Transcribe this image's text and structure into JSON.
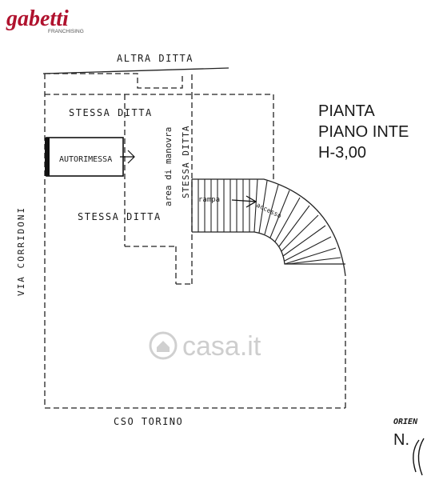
{
  "brand": {
    "name": "gabetti",
    "tagline": "FRANCHISING",
    "color": "#b0122e"
  },
  "labels": {
    "altra_ditta": "ALTRA DITTA",
    "stessa_ditta_top": "STESSA DITTA",
    "autorimessa": "AUTORIMESSA",
    "stessa_ditta_bottom": "STESSA DITTA",
    "area_di_manovra": "area di manovra",
    "stessa_ditta_vertical": "STESSA DITTA",
    "rampa": "rampa",
    "accesso": "accesso",
    "via_corridoni": "VIA CORRIDONI",
    "cso_torino": "CSO TORINO"
  },
  "title_block": {
    "line1": "PIANTA",
    "line2": "PIANO INTE",
    "line3": "H-3,00"
  },
  "orientation": {
    "label": "ORIEN",
    "north": "N."
  },
  "watermark": {
    "text": "casa.it"
  }
}
